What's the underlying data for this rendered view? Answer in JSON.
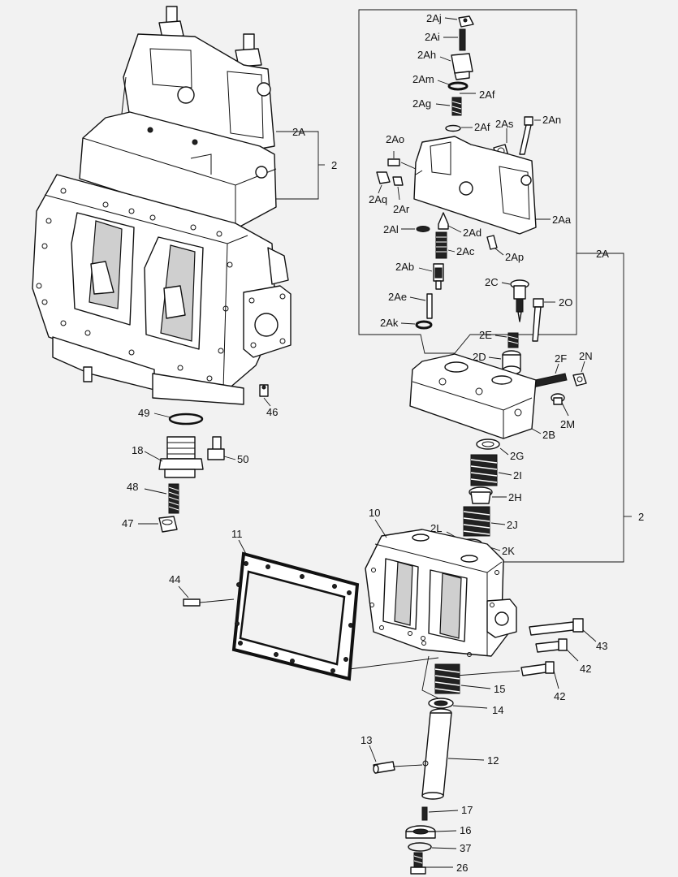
{
  "labels": {
    "l2Aj": "2Aj",
    "l2Ai": "2Ai",
    "l2Ah": "2Ah",
    "l2Am": "2Am",
    "l2Af_1": "2Af",
    "l2Ag": "2Ag",
    "l2Af_2": "2Af",
    "l2As": "2As",
    "l2An": "2An",
    "l2Ao": "2Ao",
    "l2Aq": "2Aq",
    "l2Ar": "2Ar",
    "l2Aa": "2Aa",
    "l2Al": "2Al",
    "l2Ad": "2Ad",
    "l2Ac": "2Ac",
    "l2Ap": "2Ap",
    "l2Ab": "2Ab",
    "l2Ae": "2Ae",
    "l2Ak": "2Ak",
    "l2A_top": "2A",
    "l2_top": "2",
    "l2A_right": "2A",
    "l2C": "2C",
    "l2O": "2O",
    "l2E": "2E",
    "l2D": "2D",
    "l2F": "2F",
    "l2N": "2N",
    "l2M": "2M",
    "l2B": "2B",
    "l2G": "2G",
    "l2I": "2I",
    "l2H": "2H",
    "l2J": "2J",
    "l2L": "2L",
    "l2K": "2K",
    "l10": "10",
    "l2_right": "2",
    "l46": "46",
    "l49": "49",
    "l18": "18",
    "l50": "50",
    "l48": "48",
    "l47": "47",
    "l11": "11",
    "l44": "44",
    "l43": "43",
    "l42_1": "42",
    "l42_2": "42",
    "l15": "15",
    "l14": "14",
    "l13": "13",
    "l12": "12",
    "l17": "17",
    "l16": "16",
    "l37": "37",
    "l26": "26"
  }
}
